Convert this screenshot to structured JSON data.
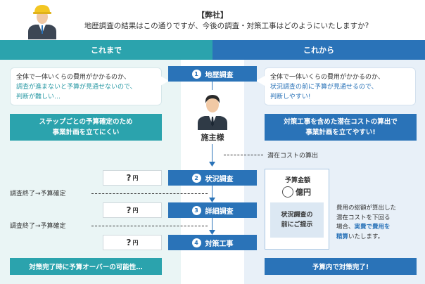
{
  "header": {
    "company": "【弊社】",
    "question": "地歴調査の結果はこの通りですが、今後の調査・対策工事はどのようにいたしますか?"
  },
  "columns": {
    "left_title": "これまで",
    "right_title": "これから"
  },
  "left": {
    "bubble_line1": "全体で一体いくらの費用がかかるのか、",
    "bubble_line2": "調査が進まないと予算が見通せないので、",
    "bubble_line3": "判断が難しい…",
    "box_line1": "ステップごとの予算確定のため",
    "box_line2": "事業計画を立てにくい",
    "confirm_label_1": "調査終了→予算確定",
    "confirm_label_2": "調査終了→予算確定",
    "yen_q": "?",
    "yen_unit": "円",
    "bottom": "対策完了時に予算オーバーの可能性…"
  },
  "right": {
    "bubble_line1": "全体で一体いくらの費用がかかるのか、",
    "bubble_line2": "状況調査の前に予算が見通せるので、",
    "bubble_line3": "判断しやすい!",
    "box_line1": "対策工事を含めた潜在コストの算出で",
    "box_line2": "事業計画を立てやすい!",
    "budget_title": "予算金額",
    "budget_unit": "億円",
    "budget_inner_line1": "状況調査の",
    "budget_inner_line2": "前にご提示",
    "note_line1": "費用の総額が算出した",
    "note_line2": "潜在コストを下回る",
    "note_line3a": "場合、",
    "note_line3b": "実費で費用を",
    "note_line4a": "精算",
    "note_line4b": "いたします。",
    "bottom": "予算内で対策完了!"
  },
  "center": {
    "owner": "施主様",
    "latent_cost": "潜在コストの算出",
    "steps": [
      {
        "num": "1",
        "label": "地歴調査"
      },
      {
        "num": "2",
        "label": "状況調査"
      },
      {
        "num": "3",
        "label": "詳細調査"
      },
      {
        "num": "4",
        "label": "対策工事"
      }
    ]
  },
  "colors": {
    "teal": "#2ba3ad",
    "blue": "#2a73b8",
    "left_bg": "#eaf5f5",
    "right_bg": "#e8f0f8"
  },
  "icons": {
    "worker": "person-hardhat-icon",
    "owner": "businessman-icon"
  }
}
